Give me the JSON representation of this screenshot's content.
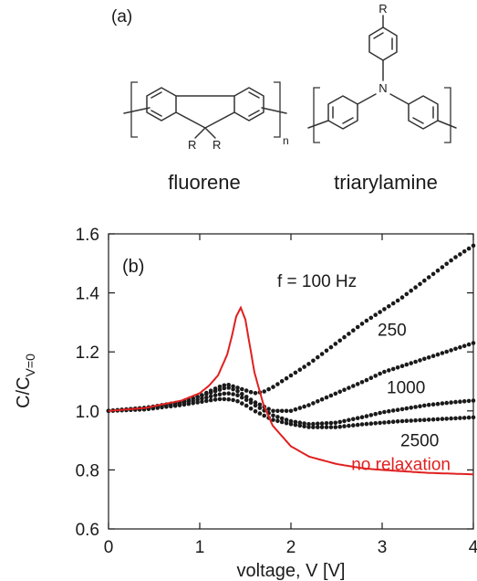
{
  "panel_a": {
    "label": "(a)",
    "fluorene": {
      "name": "fluorene",
      "substituents": [
        "R",
        "R"
      ],
      "repeat": "n"
    },
    "triarylamine": {
      "name": "triarylamine",
      "substituent": "R",
      "atom": "N"
    }
  },
  "chart_data": {
    "type": "scatter",
    "panel_label": "(b)",
    "xlabel": "voltage, V [V]",
    "ylabel": {
      "main": "C/C",
      "subscript": "V=0"
    },
    "xlim": [
      0,
      4
    ],
    "ylim": [
      0.6,
      1.6
    ],
    "x_ticks": [
      0,
      1,
      2,
      3,
      4
    ],
    "y_ticks": [
      0.6,
      0.8,
      1.0,
      1.2,
      1.4,
      1.6
    ],
    "x_tick_labels": [
      "0",
      "1",
      "2",
      "3",
      "4"
    ],
    "y_tick_labels": [
      "0.6",
      "0.8",
      "1.0",
      "1.2",
      "1.4",
      "1.6"
    ],
    "grid": false,
    "series": [
      {
        "name": "f = 100 Hz",
        "style": "dots",
        "color": "#1a1a1a",
        "x": [
          0,
          0.4,
          0.8,
          1.0,
          1.2,
          1.3,
          1.4,
          1.5,
          1.6,
          1.7,
          1.8,
          2.0,
          2.2,
          2.5,
          2.8,
          3.0,
          3.2,
          3.5,
          3.8,
          4.0
        ],
        "y": [
          1.0,
          1.01,
          1.03,
          1.05,
          1.08,
          1.09,
          1.08,
          1.07,
          1.06,
          1.065,
          1.08,
          1.12,
          1.16,
          1.23,
          1.3,
          1.34,
          1.38,
          1.45,
          1.52,
          1.56
        ]
      },
      {
        "name": "250",
        "style": "dots",
        "color": "#1a1a1a",
        "x": [
          0,
          0.4,
          0.8,
          1.0,
          1.2,
          1.3,
          1.4,
          1.5,
          1.6,
          1.8,
          2.0,
          2.2,
          2.5,
          2.8,
          3.0,
          3.2,
          3.5,
          3.8,
          4.0
        ],
        "y": [
          1.0,
          1.01,
          1.03,
          1.05,
          1.07,
          1.08,
          1.07,
          1.05,
          1.03,
          1.0,
          1.0,
          1.02,
          1.06,
          1.1,
          1.13,
          1.15,
          1.18,
          1.21,
          1.23
        ]
      },
      {
        "name": "1000",
        "style": "dots",
        "color": "#1a1a1a",
        "x": [
          0,
          0.4,
          0.8,
          1.0,
          1.2,
          1.3,
          1.4,
          1.5,
          1.6,
          1.8,
          2.0,
          2.2,
          2.5,
          2.8,
          3.0,
          3.2,
          3.5,
          3.8,
          4.0
        ],
        "y": [
          1.0,
          1.01,
          1.025,
          1.04,
          1.055,
          1.06,
          1.055,
          1.04,
          1.02,
          0.985,
          0.965,
          0.955,
          0.96,
          0.98,
          0.995,
          1.005,
          1.02,
          1.03,
          1.035
        ]
      },
      {
        "name": "2500",
        "style": "dots",
        "color": "#1a1a1a",
        "x": [
          0,
          0.4,
          0.8,
          1.0,
          1.2,
          1.3,
          1.4,
          1.5,
          1.6,
          1.8,
          2.0,
          2.2,
          2.5,
          2.8,
          3.0,
          3.2,
          3.5,
          3.8,
          4.0
        ],
        "y": [
          1.0,
          1.005,
          1.02,
          1.03,
          1.04,
          1.04,
          1.035,
          1.02,
          1.0,
          0.97,
          0.955,
          0.945,
          0.945,
          0.955,
          0.96,
          0.965,
          0.97,
          0.975,
          0.978
        ]
      },
      {
        "name": "no relaxation",
        "style": "line",
        "color": "#e02020",
        "x": [
          0,
          0.4,
          0.8,
          1.0,
          1.1,
          1.2,
          1.3,
          1.35,
          1.4,
          1.45,
          1.5,
          1.55,
          1.6,
          1.7,
          1.8,
          2.0,
          2.2,
          2.5,
          2.8,
          3.0,
          3.5,
          4.0
        ],
        "y": [
          1.0,
          1.01,
          1.035,
          1.06,
          1.085,
          1.12,
          1.19,
          1.25,
          1.32,
          1.35,
          1.31,
          1.22,
          1.13,
          1.02,
          0.95,
          0.88,
          0.845,
          0.82,
          0.805,
          0.8,
          0.79,
          0.785
        ]
      }
    ],
    "annotations": [
      {
        "text": "f = 100 Hz",
        "series": "f = 100 Hz",
        "x": 1.85,
        "y": 1.42,
        "color": "#1a1a1a"
      },
      {
        "text": "250",
        "series": "250",
        "x": 2.95,
        "y": 1.255,
        "color": "#1a1a1a"
      },
      {
        "text": "1000",
        "series": "1000",
        "x": 3.05,
        "y": 1.06,
        "color": "#1a1a1a"
      },
      {
        "text": "2500",
        "series": "2500",
        "x": 3.2,
        "y": 0.88,
        "color": "#1a1a1a"
      },
      {
        "text": "no relaxation",
        "series": "no relaxation",
        "x": 3.75,
        "y": 0.8,
        "color": "#e02020"
      }
    ]
  }
}
